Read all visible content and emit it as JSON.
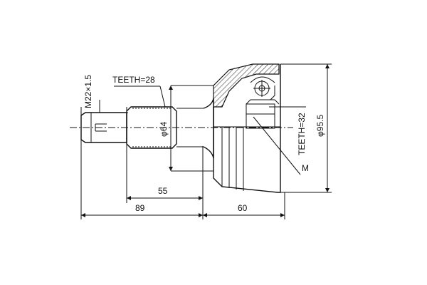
{
  "labels": {
    "thread": "M22×1.5",
    "teeth_outer": "TEETH=28",
    "dia_shaft": "φ64",
    "teeth_inner": "TEETH=32",
    "dia_bell": "φ95.5",
    "mark": "M",
    "dim_spline": "55",
    "dim_overall": "89",
    "dim_bell": "60"
  },
  "colors": {
    "line": "#111111",
    "background": "#ffffff"
  }
}
